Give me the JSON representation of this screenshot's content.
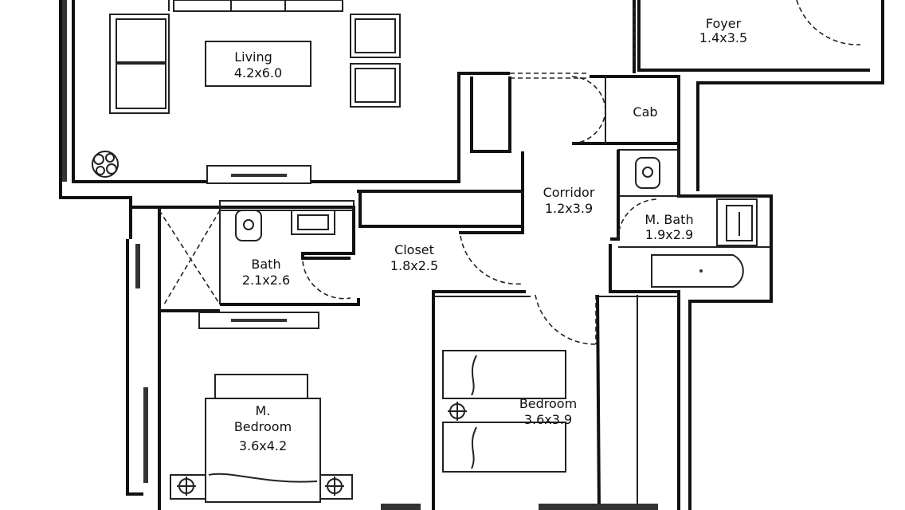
{
  "plan": {
    "rooms": {
      "living": {
        "name": "Living",
        "size": "4.2x6.0"
      },
      "foyer": {
        "name": "Foyer",
        "size": "1.4x3.5"
      },
      "cab": {
        "name": "Cab"
      },
      "corridor": {
        "name": "Corridor",
        "size": "1.2x3.9"
      },
      "master_bath": {
        "name": "M. Bath",
        "size": "1.9x2.9"
      },
      "closet": {
        "name": "Closet",
        "size": "1.8x2.5"
      },
      "bath": {
        "name": "Bath",
        "size": "2.1x2.6"
      },
      "master_bedroom": {
        "name_line1": "M.",
        "name_line2": "Bedroom",
        "size": "3.6x4.2"
      },
      "bedroom": {
        "name": "Bedroom",
        "size": "3.6x3.9"
      }
    }
  }
}
